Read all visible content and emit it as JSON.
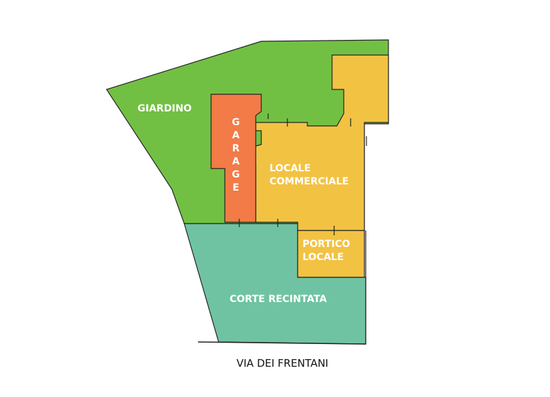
{
  "zones": {
    "garden": {
      "label": "GIARDINO",
      "color": "#72c043"
    },
    "garage": {
      "label": "GARAGE",
      "color": "#f27b48"
    },
    "commercial": {
      "label_line1": "LOCALE",
      "label_line2": "COMMERCIALE",
      "color": "#f2c243"
    },
    "porch": {
      "label_line1": "PORTICO",
      "label_line2": "LOCALE",
      "color": "#f2c243"
    },
    "courtyard": {
      "label": "CORTE RECINTATA",
      "color": "#6fc3a3"
    }
  },
  "street": {
    "label": "VIA DEI FRENTANI"
  }
}
